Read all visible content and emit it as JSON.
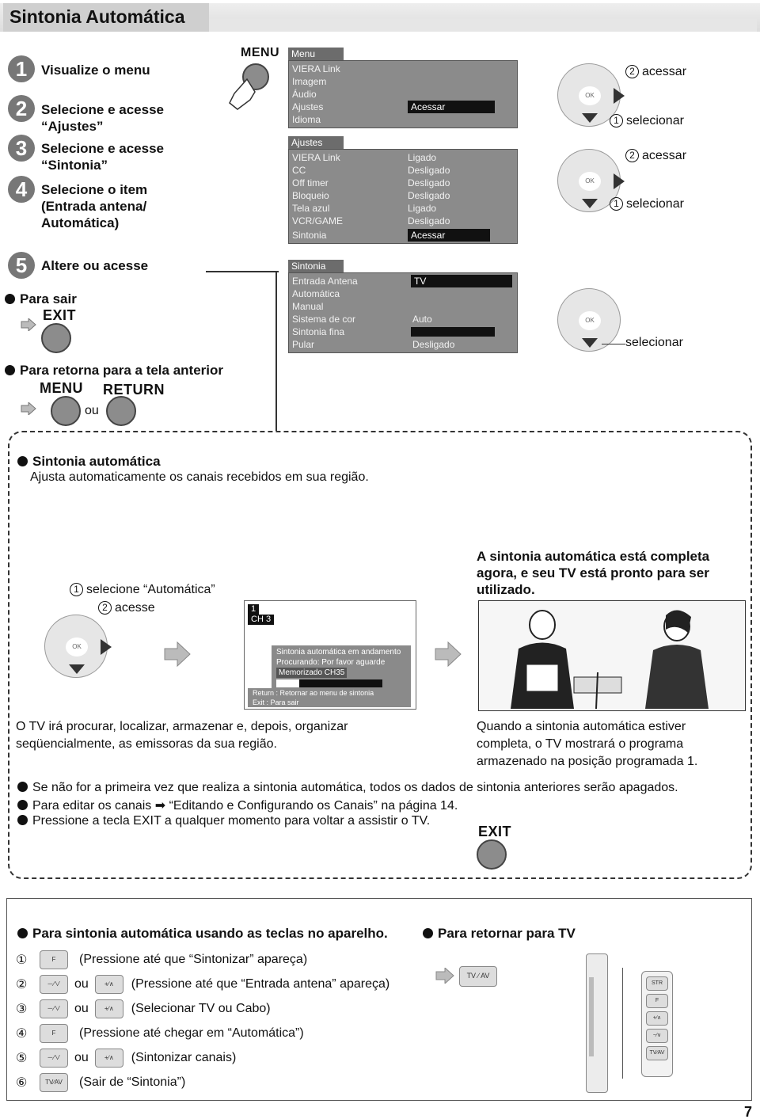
{
  "page_title": "Sintonia Automática",
  "steps": [
    {
      "num": "1",
      "text": "Visualize o menu"
    },
    {
      "num": "2",
      "text": "Selecione e acesse “Ajustes”"
    },
    {
      "num": "3",
      "text": "Selecione e acesse “Sintonia”"
    },
    {
      "num": "4",
      "text": "Selecione o item (Entrada antena/ Automática)"
    },
    {
      "num": "5",
      "text": "Altere ou acesse"
    }
  ],
  "menu_label": "MENU",
  "para_sair": "Para sair",
  "exit_label": "EXIT",
  "para_retorna": "Para retorna para a tela anterior",
  "return_label": "RETURN",
  "ou": "ou",
  "osd_menu": {
    "header": "Menu",
    "items": [
      "VIERA Link",
      "Imagem",
      "Áudio",
      "Ajustes",
      "Idioma"
    ],
    "acessar": "Acessar"
  },
  "osd_ajustes": {
    "header": "Ajustes",
    "items": [
      "VIERA Link",
      "CC",
      "Off timer",
      "Bloqueio",
      "Tela azul",
      "VCR/GAME",
      "Sintonia"
    ],
    "values": [
      "Ligado",
      "Desligado",
      "Desligado",
      "Desligado",
      "Ligado",
      "Desligado",
      "Acessar"
    ]
  },
  "osd_sintonia": {
    "header": "Sintonia",
    "items": [
      "Entrada Antena",
      "Automática",
      "Manual",
      "Sistema de cor",
      "Sintonia fina",
      "Pular"
    ],
    "tv": "TV",
    "auto": "Auto",
    "desligado": "Desligado"
  },
  "right_labels": {
    "acessar": "acessar",
    "selecionar": "selecionar",
    "n1": "1",
    "n2": "2"
  },
  "ok": "OK",
  "box": {
    "heading": "Sintonia automática",
    "desc": "Ajusta automaticamente os canais recebidos em sua região.",
    "sel_auto": "selecione “Automática”",
    "acesse": "acesse",
    "ch_num": "1",
    "ch": "CH 3",
    "osd_lines": [
      "Sintonia automática em andamento",
      "Procurando: Por favor aguarde",
      "Memorizado  CH35"
    ],
    "osd_return": "Return  :  Retornar ao menu de sintonia",
    "osd_exit": "Exit      :  Para sair",
    "complete_title": "A sintonia automática está completa agora, e seu TV está pronto para ser utilizado.",
    "left_caption": "O TV irá procurar, localizar, armazenar e, depois, organizar seqüencialmente, as emissoras da sua região.",
    "right_caption": "Quando a sintonia automática estiver completa, o TV mostrará o programa armazenado na posição programada 1.",
    "notes": [
      "Se não for a primeira vez que realiza a sintonia automática, todos os dados de sintonia anteriores serão apagados.",
      "Para editar os canais ➡ “Editando e Configurando os Canais” na página 14.",
      "Pressione a tecla EXIT a qualquer momento para voltar a assistir o TV."
    ],
    "exit": "EXIT"
  },
  "bottom": {
    "heading": "Para sintonia automática usando as teclas no aparelho.",
    "heading2": "Para retornar para TV",
    "rows": [
      {
        "n": "①",
        "btn1": "F",
        "ou": "",
        "btn2": "",
        "text": "(Pressione até que “Sintonizar” apareça)"
      },
      {
        "n": "②",
        "btn1": "－∕∨",
        "ou": "ou",
        "btn2": "+∕∧",
        "text": "(Pressione até que “Entrada antena” apareça)"
      },
      {
        "n": "③",
        "btn1": "－∕∨",
        "ou": "ou",
        "btn2": "+∕∧",
        "text": "(Selecionar TV ou Cabo)"
      },
      {
        "n": "④",
        "btn1": "F",
        "ou": "",
        "btn2": "",
        "text": "(Pressione até chegar em “Automática”)"
      },
      {
        "n": "⑤",
        "btn1": "－∕∨",
        "ou": "ou",
        "btn2": "+∕∧",
        "text": "(Sintonizar canais)"
      },
      {
        "n": "⑥",
        "btn1": "TV∕AV",
        "ou": "",
        "btn2": "",
        "text": "(Sair de “Sintonia”)"
      }
    ],
    "tvav": "TV ∕ AV",
    "side_buttons": [
      "STR",
      "F",
      "+∕∧",
      "−∕∨",
      "TV∕AV"
    ]
  },
  "page_number": "7"
}
